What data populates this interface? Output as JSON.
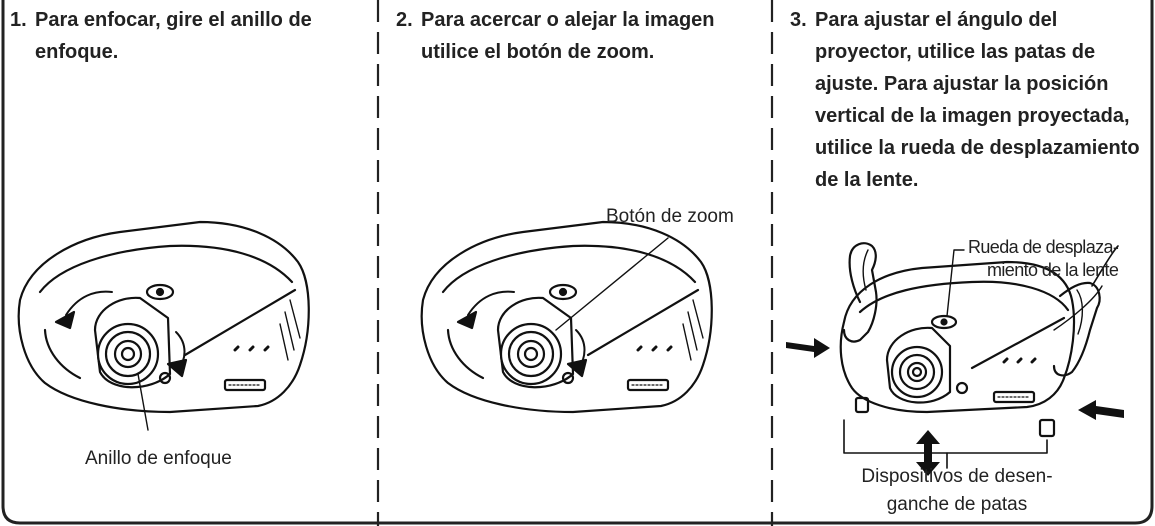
{
  "steps": [
    {
      "number": "1.",
      "text": "Para enfocar, gire el anillo de enfoque.",
      "callouts": [
        {
          "text": "Anillo de enfoque"
        }
      ]
    },
    {
      "number": "2.",
      "text": "Para acercar o alejar la imagen utilice el botón de zoom.",
      "callouts": [
        {
          "text": "Botón de zoom"
        }
      ]
    },
    {
      "number": "3.",
      "text": "Para ajustar el ángulo del proyector, utilice las patas de ajuste. Para ajustar la posición vertical de la imagen proyectada, utilice la rueda de desplazamiento de la lente.",
      "callouts": [
        {
          "lines": [
            "Rueda de desplaza-",
            "miento de la lente"
          ]
        },
        {
          "lines": [
            "Dispositivos de desen-",
            "ganche de patas"
          ]
        }
      ]
    }
  ],
  "colors": {
    "text": "#222222",
    "divider": "#222222",
    "illustration_stroke": "#111111"
  }
}
